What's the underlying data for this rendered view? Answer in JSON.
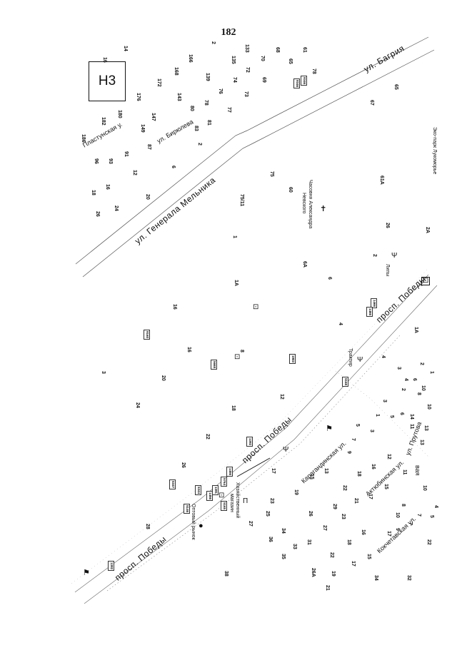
{
  "page": {
    "number": "182",
    "sheet": "Н3"
  },
  "streets": {
    "melnika": "ул. Генерала Мельника",
    "bagria": "ул. Багрия",
    "biryuleva": "ул. Бирюлева",
    "plastunskaya": "Пластунская у.",
    "pobedy_1": "просп. Победы",
    "pobedy_2": "просп. Победы",
    "pobedy_3": "просп. Победы",
    "karagandinskaya": "Карагандинская ул.",
    "aktyubinskaya": "Актюбинская ул.",
    "kokchetavskaya": "Кокчетавская ул.",
    "prutovaya": "ул. Прутова",
    "park_tail": "вая"
  },
  "pois": {
    "ecopark": "Эко-парк Лукоморье",
    "chapel_1": "Часовня Александра",
    "chapel_2": "Невского",
    "lipy": "Липы",
    "traktir": "Трактир",
    "hoz_1": "Хозяйственный",
    "hoz_2": "магазин",
    "market": "Оптовый рынок"
  },
  "houses": {
    "h1": "14",
    "h2": "16",
    "h3": "166",
    "h4": "168",
    "h5": "172",
    "h6": "176",
    "h7": "180",
    "h8": "182",
    "h9": "186",
    "h10": "139",
    "h11": "143",
    "h12": "147",
    "h13": "149",
    "h14": "80",
    "h15": "78",
    "h16": "76",
    "h17": "74",
    "h18": "72",
    "h19": "70",
    "h20": "69",
    "h21": "68",
    "h22": "65",
    "h23": "61",
    "h24": "133",
    "h25": "135",
    "h26": "2",
    "h27": "77",
    "h28": "73",
    "h29": "83",
    "h30": "81",
    "h31": "87",
    "h32": "2",
    "h33": "91",
    "h34": "93",
    "h35": "96",
    "h36": "12",
    "h37": "16",
    "h38": "18",
    "h39": "24",
    "h40": "26",
    "h41": "20",
    "h42": "6",
    "h43": "75",
    "h44": "75/11",
    "h45": "60",
    "h46": "1",
    "h47": "1A",
    "h48": "6A",
    "h49": "6",
    "h50": "78",
    "h51": "67",
    "h52": "65",
    "h53": "61A",
    "h54": "26",
    "h55": "2A",
    "h56": "2",
    "h57": "1A",
    "h58": "16",
    "h59": "16",
    "h60": "8",
    "h61": "3",
    "h62": "20",
    "h63": "24",
    "h64": "18",
    "h65": "12",
    "h66": "4",
    "h67": "22",
    "h68": "26",
    "h69": "28",
    "h70": "38",
    "h71": "17",
    "h72": "23",
    "h73": "25",
    "h74": "27",
    "h75": "36",
    "h76": "34",
    "h77": "35",
    "h78": "33",
    "h79": "31",
    "h80": "26A",
    "h81": "22",
    "h82": "19",
    "h83": "21",
    "h84": "19",
    "h85": "26",
    "h86": "27",
    "h87": "29",
    "h88": "15",
    "h89": "13",
    "h90": "9",
    "h91": "7",
    "h92": "5",
    "h93": "3",
    "h94": "1",
    "h95": "22",
    "h96": "21",
    "h97": "23",
    "h98": "18",
    "h99": "17",
    "h100": "16",
    "h101": "18",
    "h102": "17",
    "h103": "15",
    "h104": "16",
    "h105": "12",
    "h106": "11",
    "h107": "10",
    "h108": "8",
    "h109": "7",
    "h110": "5",
    "h111": "4",
    "h112": "3",
    "h113": "2",
    "h114": "1",
    "h115": "10",
    "h116": "11",
    "h117": "13",
    "h118": "10",
    "h119": "8",
    "h120": "6",
    "h121": "4",
    "h122": "2",
    "h123": "22",
    "h124": "32",
    "h125": "34",
    "h126": "15",
    "h127": "17",
    "h128": "10",
    "h129": "4",
    "h130": "3",
    "h131": "6",
    "h132": "5",
    "h133": "9",
    "h134": "7",
    "h135": "14",
    "h136": "13"
  },
  "plates": {
    "p1": "9346",
    "p2": "9346",
    "p3": "9160",
    "p4": "5668",
    "p5": "1983",
    "p6": "1466",
    "p7": "1466",
    "p8": "5168",
    "p9": "1392",
    "p10": "1456",
    "p11": "5764",
    "p12": "1391",
    "p13": "1456",
    "p14": "5344",
    "p15": "5165",
    "p16": "5347",
    "p17": "5146",
    "p18": "1392"
  }
}
